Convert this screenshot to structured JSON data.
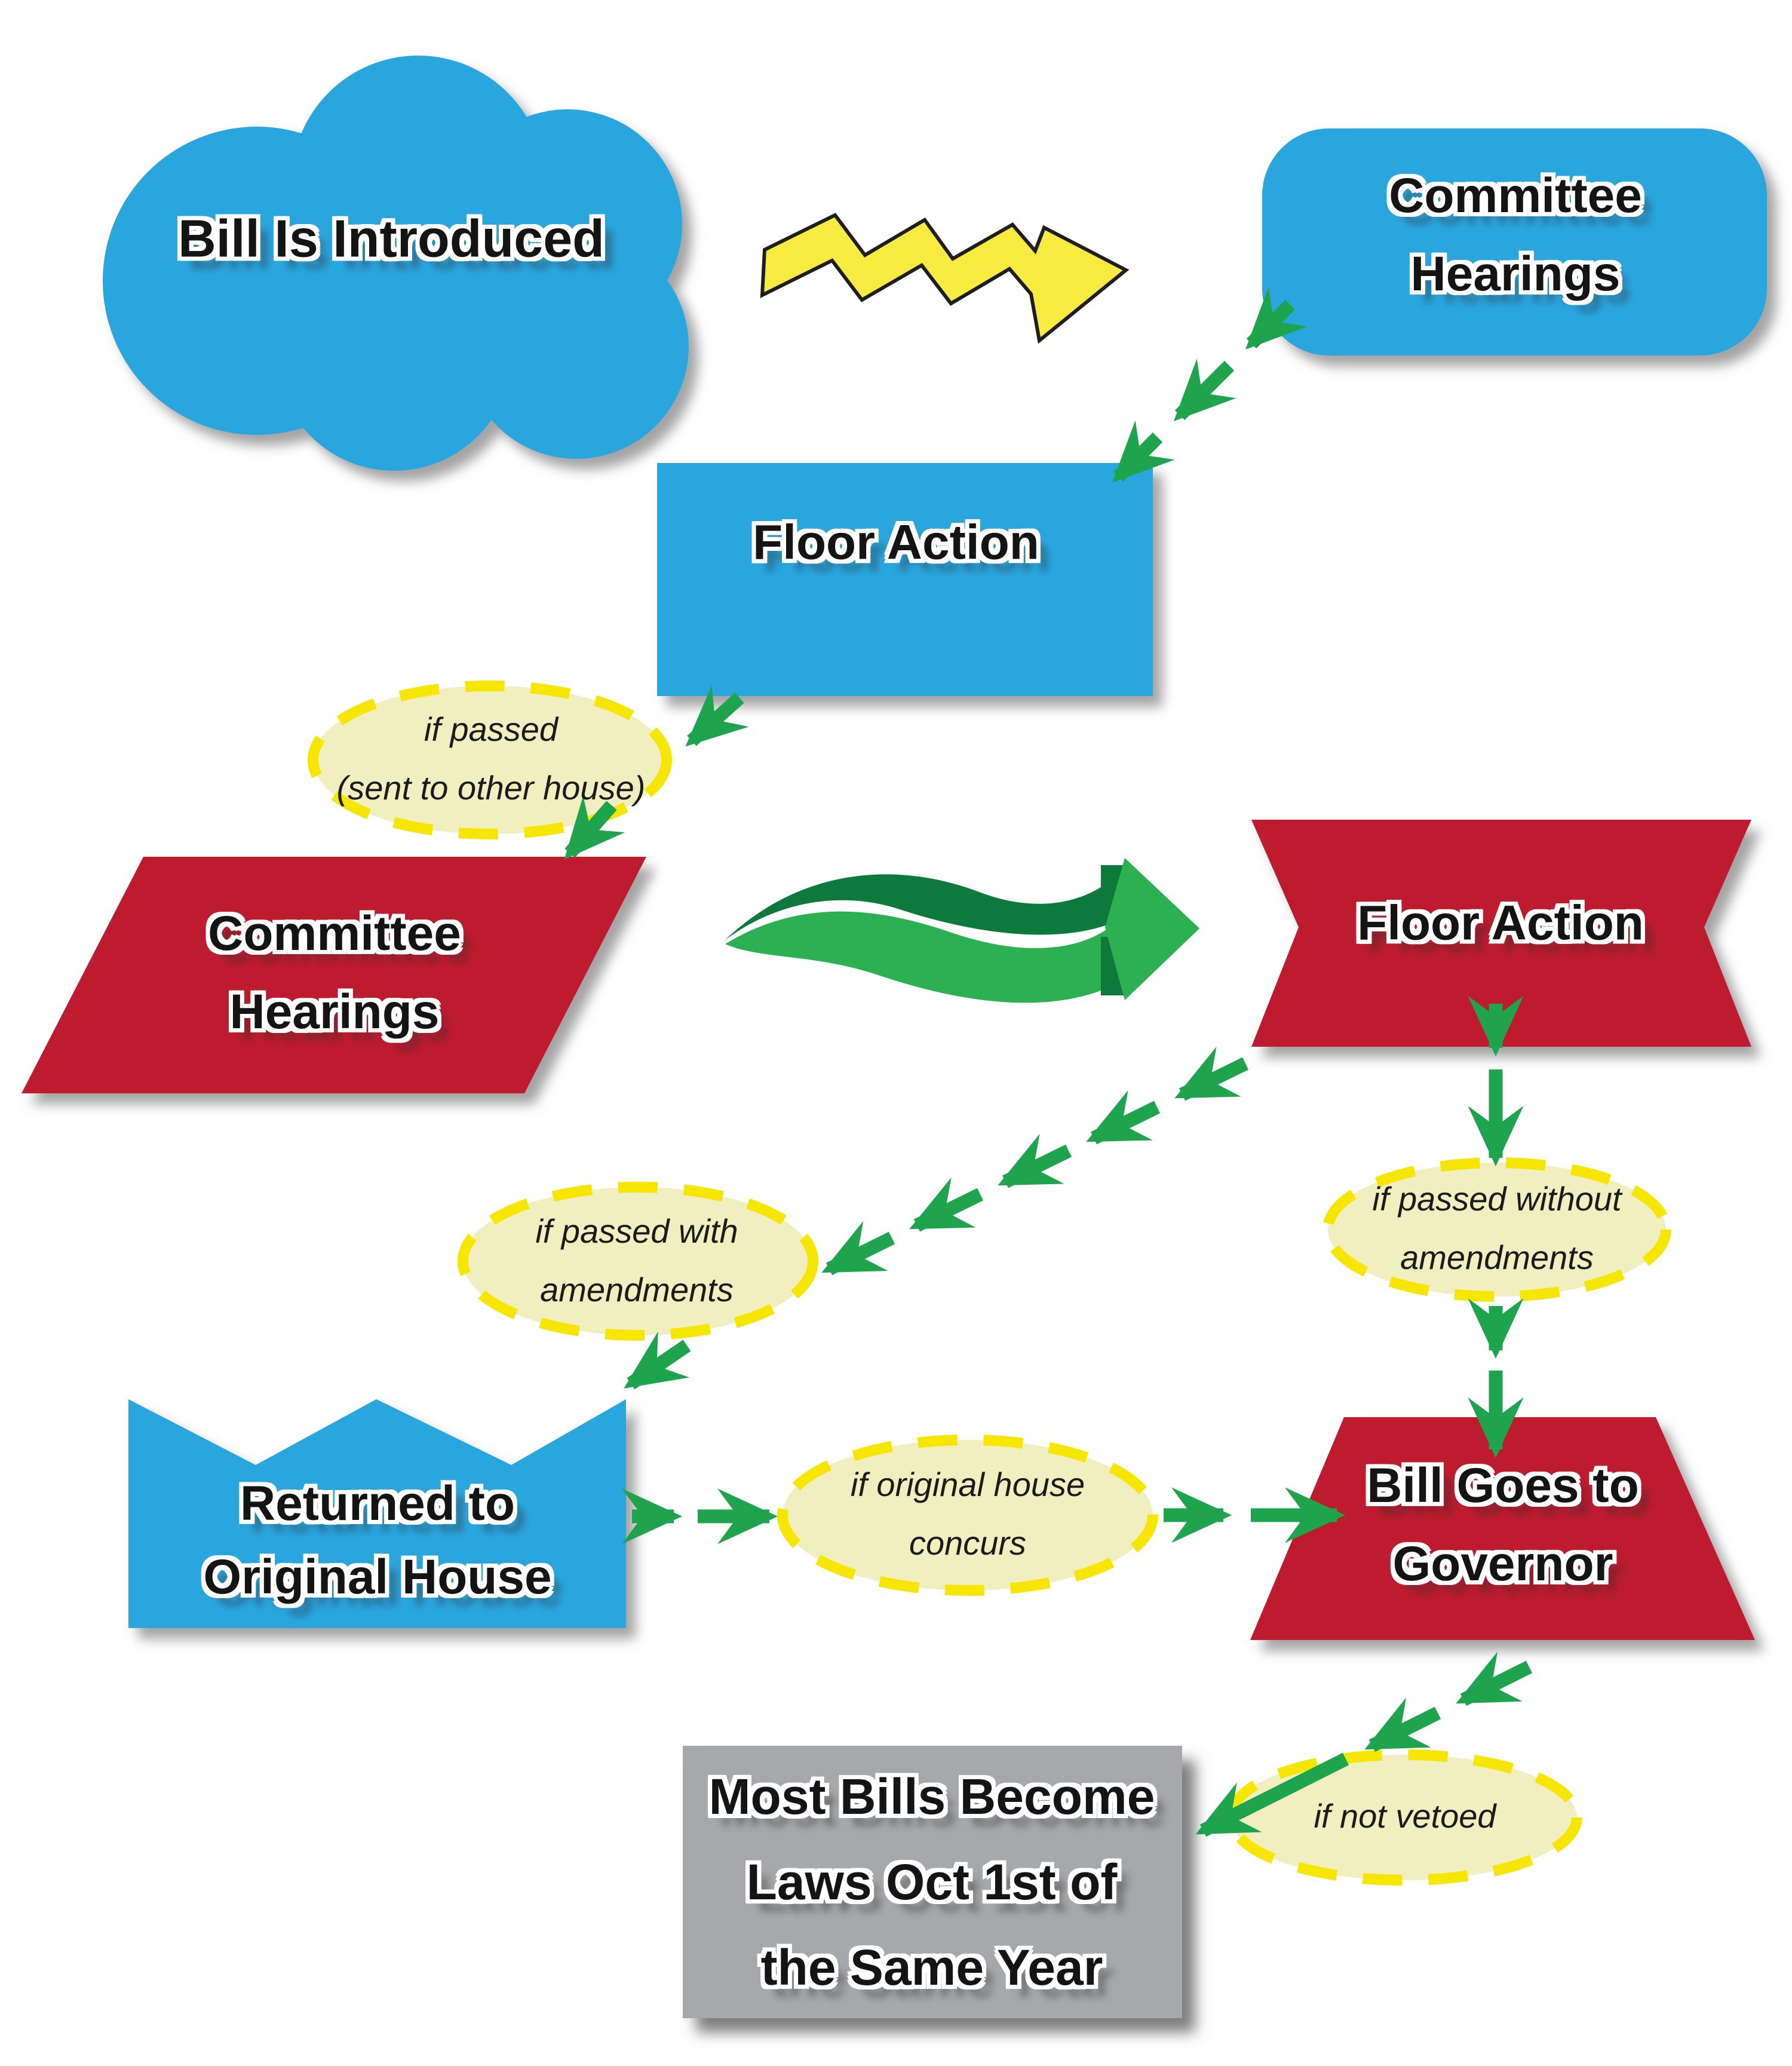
{
  "colors": {
    "node_blue": "#2BA6DF",
    "node_red": "#BE1E2D",
    "node_gray": "#A6A8AB",
    "arrow_green": "#1FA44E",
    "wavy_green_dark": "#0D7A3C",
    "wavy_green_light": "#2BB052",
    "zigzag_yellow": "#F8EB3F",
    "condition_fill": "#F1EEBF",
    "condition_border": "#F7E600",
    "label_text": "#141414"
  },
  "nodes": {
    "bill_introduced": {
      "shape": "cloud",
      "color": "blue",
      "line1": "Bill Is Introduced"
    },
    "committee_hearings_first": {
      "shape": "rounded-rectangle",
      "color": "blue",
      "line1": "Committee",
      "line2": "Hearings"
    },
    "floor_action_first": {
      "shape": "rectangle",
      "color": "blue",
      "line1": "Floor Action"
    },
    "committee_hearings_second": {
      "shape": "parallelogram",
      "color": "red",
      "line1": "Committee",
      "line2": "Hearings"
    },
    "floor_action_second": {
      "shape": "notched-banner",
      "color": "red",
      "line1": "Floor Action"
    },
    "returned_original_house": {
      "shape": "zigzag-top-rectangle",
      "color": "blue",
      "line1": "Returned to",
      "line2": "Original House"
    },
    "bill_goes_governor": {
      "shape": "trapezoid",
      "color": "red",
      "line1": "Bill Goes to",
      "line2": "Governor"
    },
    "most_bills_become_laws": {
      "shape": "rectangle",
      "color": "gray",
      "line1": "Most Bills Become",
      "line2": "Laws Oct 1st of",
      "line3": "the Same Year"
    }
  },
  "conditions": {
    "if_passed_sent": {
      "line1": "if passed",
      "line2": "(sent to other house)"
    },
    "if_passed_without": {
      "line1": "if passed without",
      "line2": "amendments"
    },
    "if_passed_with": {
      "line1": "if passed with",
      "line2": "amendments"
    },
    "if_original_house_concurs": {
      "line1": "if original house",
      "line2": "concurs"
    },
    "if_not_vetoed": {
      "line1": "if not vetoed"
    }
  }
}
